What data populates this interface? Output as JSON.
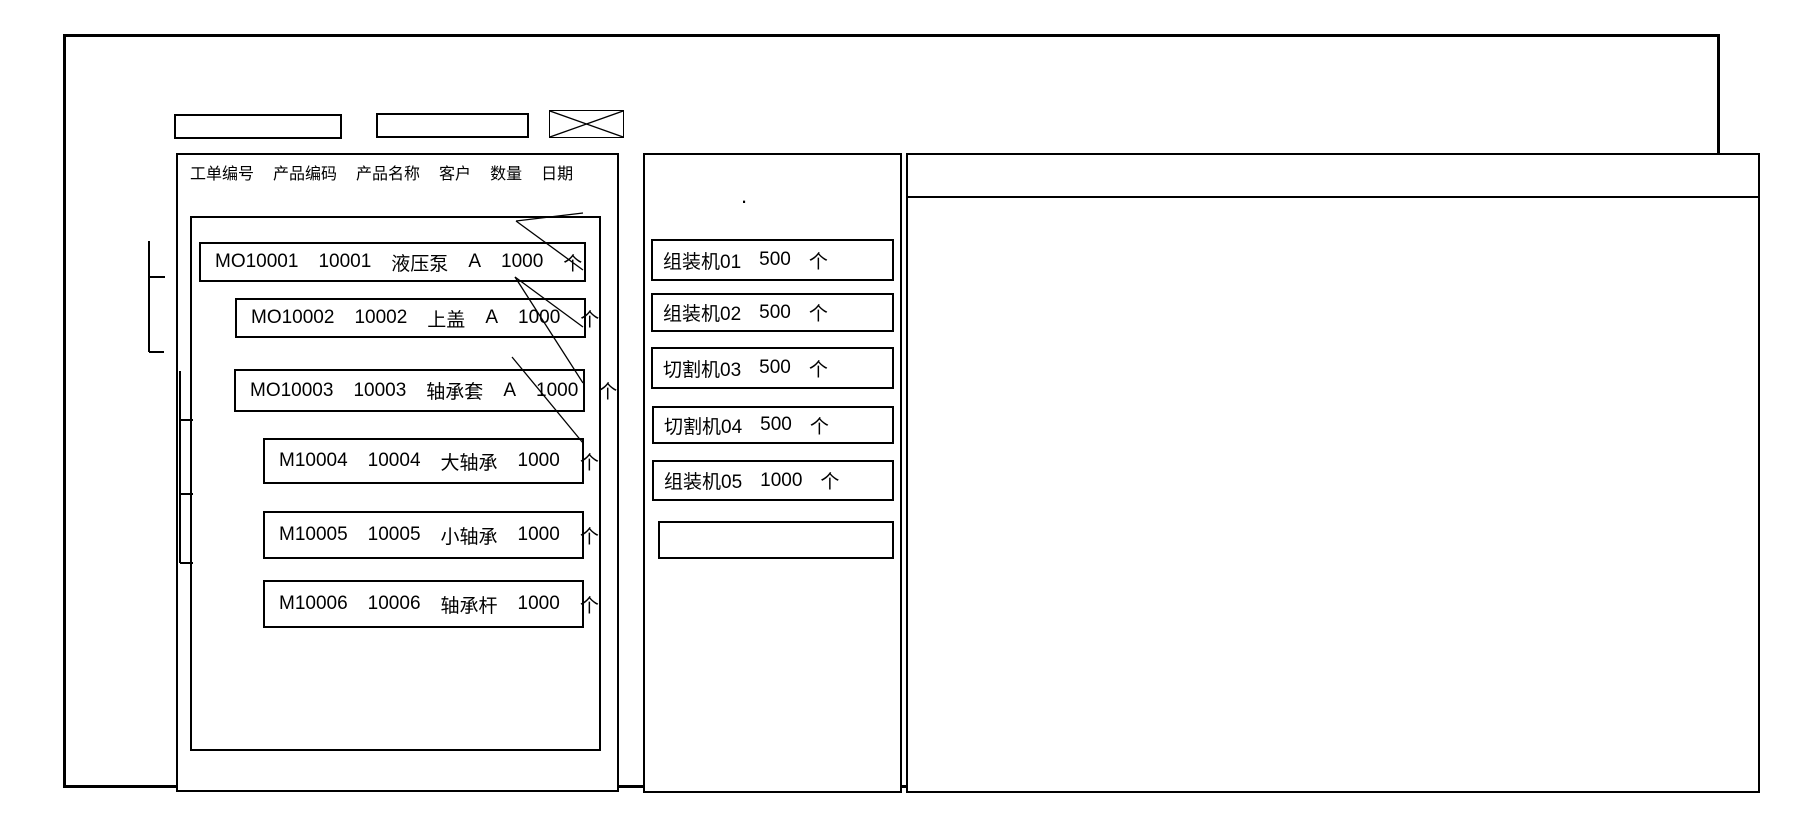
{
  "colors": {
    "line": "#000000",
    "background": "#ffffff"
  },
  "toolbar": {
    "field1": {
      "value": ""
    },
    "field2": {
      "value": ""
    },
    "crossed_box": "x-placeholder"
  },
  "orders_panel": {
    "columns": [
      "工单编号",
      "产品编码",
      "产品名称",
      "客户",
      "数量",
      "日期"
    ],
    "rows": [
      {
        "id": "MO10001",
        "cells": [
          "MO10001",
          "10001",
          "液压泵",
          "A",
          "1000",
          "个"
        ]
      },
      {
        "id": "MO10002",
        "cells": [
          "MO10002",
          "10002",
          "上盖",
          "A",
          "1000",
          "个"
        ]
      },
      {
        "id": "MO10003",
        "cells": [
          "MO10003",
          "10003",
          "轴承套",
          "A",
          "1000",
          "个"
        ]
      },
      {
        "id": "M10004",
        "cells": [
          "M10004",
          "10004",
          "大轴承",
          "1000",
          "个"
        ]
      },
      {
        "id": "M10005",
        "cells": [
          "M10005",
          "10005",
          "小轴承",
          "1000",
          "个"
        ]
      },
      {
        "id": "M10006",
        "cells": [
          "M10006",
          "10006",
          "轴承杆",
          "1000",
          "个"
        ]
      }
    ]
  },
  "machines_panel": {
    "dot": ".",
    "rows": [
      {
        "id": "组装机01",
        "cells": [
          "组装机01",
          "500",
          "个"
        ]
      },
      {
        "id": "组装机02",
        "cells": [
          "组装机02",
          "500",
          "个"
        ]
      },
      {
        "id": "切割机03",
        "cells": [
          "切割机03",
          "500",
          "个"
        ]
      },
      {
        "id": "切割机04",
        "cells": [
          "切割机04",
          "500",
          "个"
        ]
      },
      {
        "id": "组装机05",
        "cells": [
          "组装机05",
          "1000",
          "个"
        ]
      },
      {
        "id": "empty",
        "cells": []
      }
    ]
  },
  "connections": [
    {
      "from": "MO10001",
      "to": "组装机01"
    },
    {
      "from": "MO10001",
      "to": "组装机02"
    },
    {
      "from": "MO10002",
      "to": "切割机03"
    },
    {
      "from": "MO10002",
      "to": "切割机04"
    },
    {
      "from": "MO10003",
      "to": "组装机05"
    }
  ]
}
